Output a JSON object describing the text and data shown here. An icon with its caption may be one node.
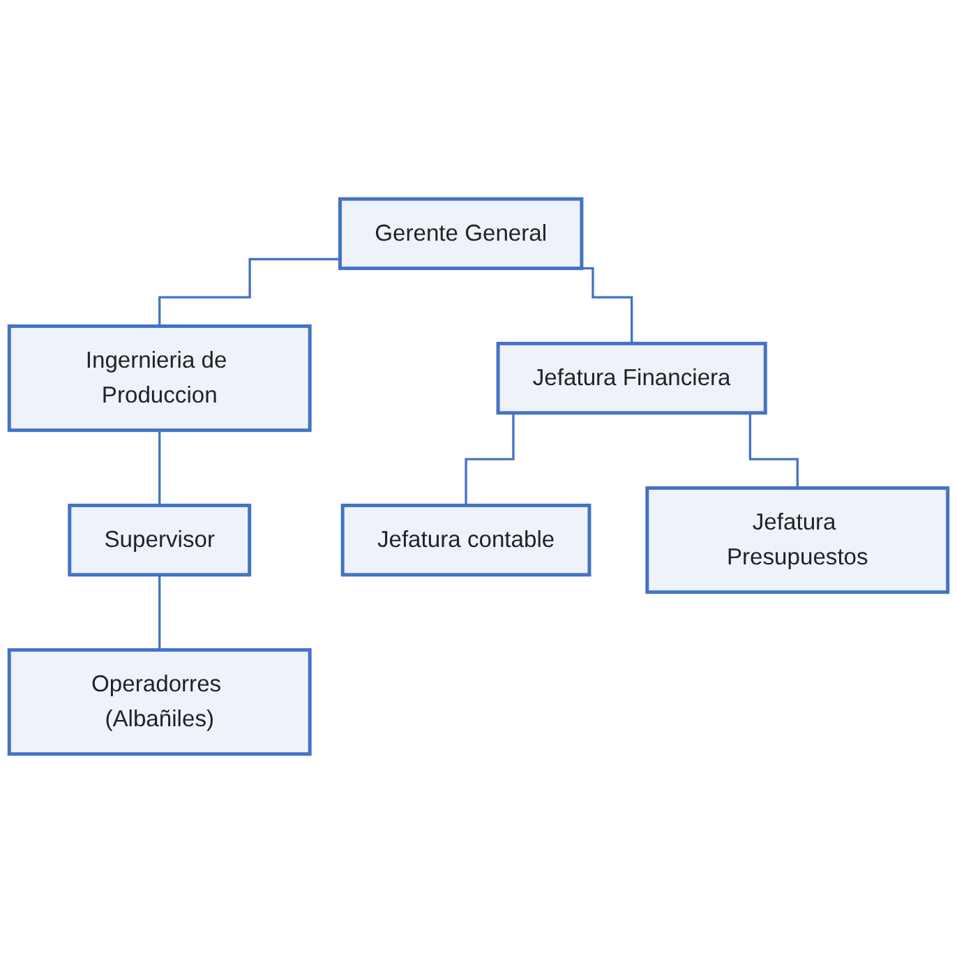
{
  "diagram": {
    "nodes": [
      {
        "text": [
          "Gerente General"
        ]
      },
      {
        "text": [
          "Ingernieria de Produccion"
        ]
      },
      {
        "text": [
          "Jefatura Financiera"
        ]
      },
      {
        "text": [
          "Supervisor"
        ]
      },
      {
        "text": [
          "Operadorres (Albañiles)"
        ]
      },
      {
        "text": [
          "Jefatura contable"
        ]
      },
      {
        "text": [
          "Jefatura Presupuestos"
        ]
      }
    ],
    "edges": [
      {
        "from": 0,
        "to": 1,
        "arrow": "none"
      },
      {
        "from": 0,
        "to": 2,
        "arrow": "none"
      },
      {
        "from": 1,
        "to": 3,
        "arrow": "none"
      },
      {
        "from": 3,
        "to": 4,
        "arrow": "none"
      },
      {
        "from": 2,
        "to": 5,
        "arrow": "none"
      },
      {
        "from": 2,
        "to": 6,
        "arrow": "none"
      }
    ]
  }
}
